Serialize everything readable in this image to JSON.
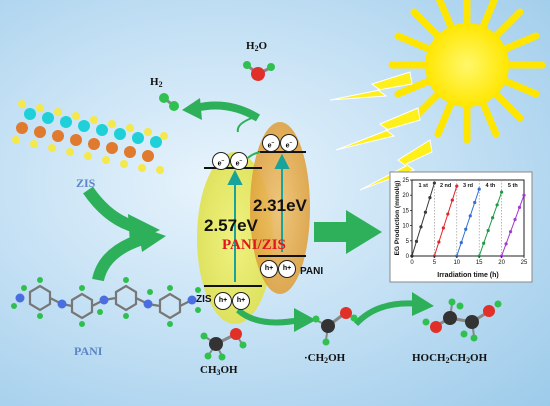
{
  "materials": {
    "zis": "ZIS",
    "pani": "PANI",
    "composite": "PANI/ZIS"
  },
  "band_gaps": {
    "zis": "2.57eV",
    "pani": "2.31eV"
  },
  "species": {
    "water": "H",
    "water_sub": "2",
    "water_end": "O",
    "hydrogen": "H",
    "hydrogen_sub": "2",
    "methanol": "CH",
    "methanol_sub": "3",
    "methanol_end": "OH",
    "radical": "·CH",
    "radical_sub": "2",
    "radical_end": "OH",
    "product_a": "HOCH",
    "product_a_sub": "2",
    "product_b": "CH",
    "product_b_sub": "2",
    "product_end": "OH"
  },
  "carriers": {
    "electron": "e",
    "electron_sup": "−",
    "hole": "h+"
  },
  "colors": {
    "arrow": "#2eb05a",
    "zis_band": "#e8ea62",
    "pani_band": "#e5ad48",
    "vb_arrow": "#19a39a",
    "sun": "#ffee00",
    "composite_label": "#e0161e"
  },
  "chart_data": {
    "type": "line",
    "ylabel": "EG Production (mmol/g)",
    "xlabel": "Irradiation time (h)",
    "xlim": [
      0,
      25
    ],
    "ylim": [
      0,
      25
    ],
    "xticks": [
      0,
      5,
      10,
      15,
      20,
      25
    ],
    "yticks": [
      0,
      5,
      10,
      15,
      20,
      25
    ],
    "series": [
      {
        "name": "1 st",
        "color": "#3a3a3a",
        "x": [
          0,
          1,
          2,
          3,
          4,
          5
        ],
        "y": [
          0,
          4.8,
          9.6,
          14.4,
          19.2,
          24
        ]
      },
      {
        "name": "2 nd",
        "color": "#e0262a",
        "x": [
          5,
          6,
          7,
          8,
          9,
          10
        ],
        "y": [
          0,
          4.6,
          9.2,
          13.8,
          18.4,
          23
        ]
      },
      {
        "name": "3 rd",
        "color": "#2f6fd6",
        "x": [
          10,
          11,
          12,
          13,
          14,
          15
        ],
        "y": [
          0,
          4.4,
          8.8,
          13.2,
          17.6,
          22
        ]
      },
      {
        "name": "4 th",
        "color": "#1f9a46",
        "x": [
          15,
          16,
          17,
          18,
          19,
          20
        ],
        "y": [
          0,
          4.2,
          8.4,
          12.6,
          16.8,
          21
        ]
      },
      {
        "name": "5 th",
        "color": "#a13ad0",
        "x": [
          20,
          21,
          22,
          23,
          24,
          25
        ],
        "y": [
          0,
          4.0,
          8.0,
          12.0,
          16.0,
          20
        ]
      }
    ]
  }
}
